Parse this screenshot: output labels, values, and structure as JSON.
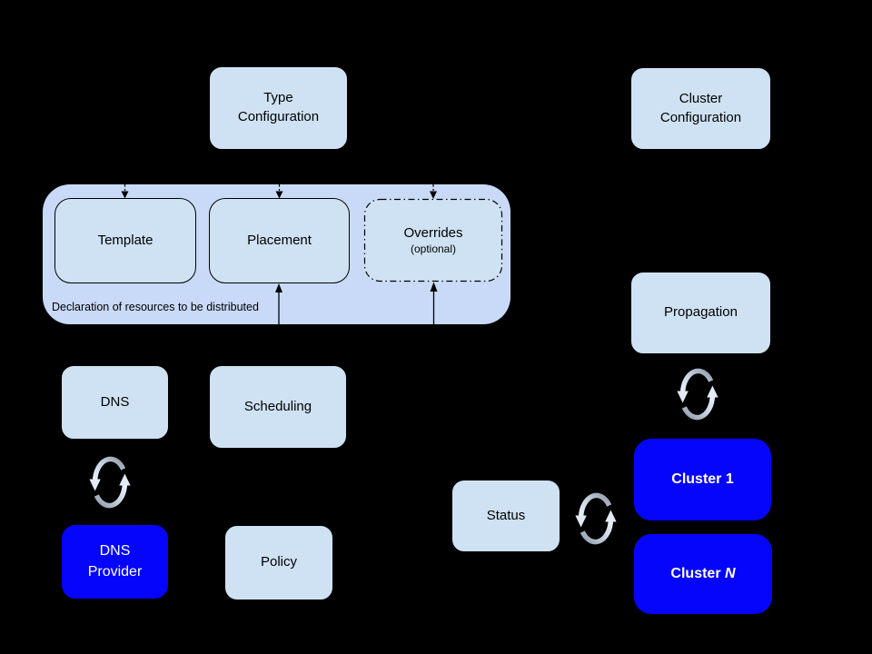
{
  "diagram": {
    "caption": "Declaration of resources to be distributed",
    "nodes": {
      "type_configuration": {
        "label": "Type\nConfiguration"
      },
      "cluster_configuration": {
        "label": "Cluster\nConfiguration"
      },
      "template": {
        "label": "Template"
      },
      "placement": {
        "label": "Placement"
      },
      "overrides": {
        "label": "Overrides",
        "sublabel": "(optional)"
      },
      "dns": {
        "label": "DNS"
      },
      "scheduling": {
        "label": "Scheduling"
      },
      "dns_provider": {
        "label": "DNS\nProvider"
      },
      "policy": {
        "label": "Policy"
      },
      "propagation": {
        "label": "Propagation"
      },
      "status": {
        "label": "Status"
      },
      "cluster_1": {
        "label": "Cluster 1"
      },
      "cluster_n": {
        "label_prefix": "Cluster ",
        "label_suffix": "N"
      }
    },
    "icons": {
      "sync": "sync-icon"
    },
    "colors": {
      "background": "#000000",
      "container_fill": "#c9daf8",
      "node_fill": "#cfe2f3",
      "highlight_fill": "#0505fb",
      "node_text": "#000000",
      "highlight_text": "#ffffff",
      "arrow_color": "#000000",
      "sync_dark": "#909caa",
      "sync_light": "#e9eff9"
    }
  }
}
